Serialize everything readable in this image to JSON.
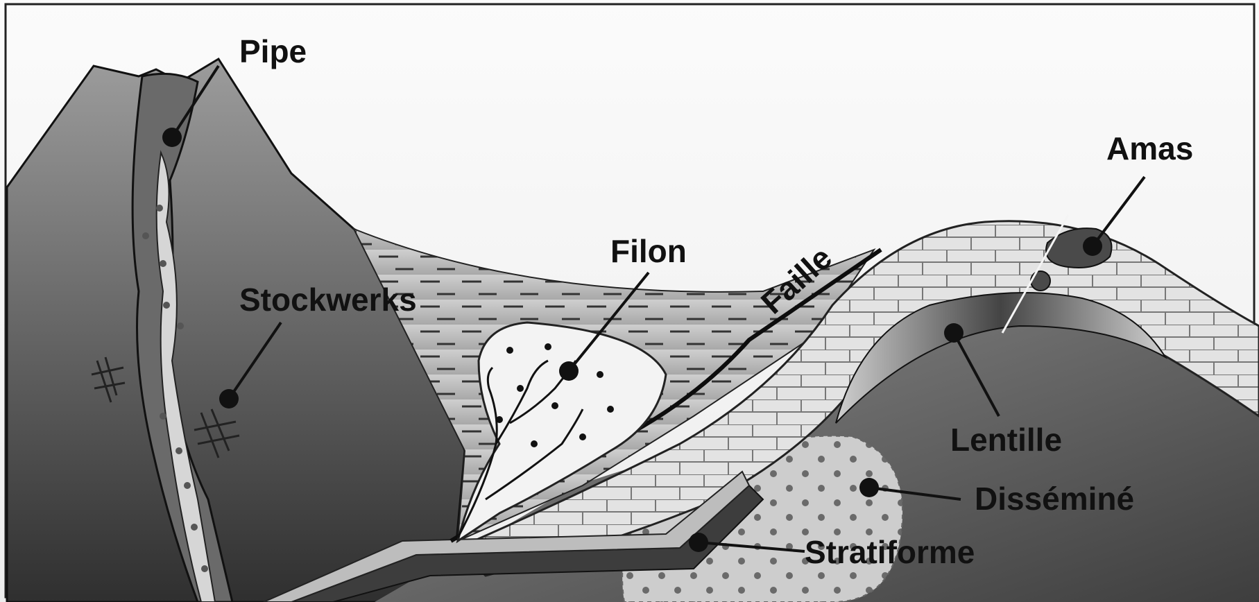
{
  "labels": {
    "pipe": "Pipe",
    "stockwerks": "Stockwerks",
    "filon": "Filon",
    "faille": "Faille",
    "amas": "Amas",
    "lentille": "Lentille",
    "dissemine": "Disséminé",
    "stratiforme": "Stratiforme"
  },
  "colors": {
    "sky": "#f4f4f4",
    "rock_dark": "#5a5a5a",
    "rock_mid": "#8a8a8a",
    "rock_light": "#bdbdbd",
    "vein_light": "#f2f2f2",
    "ink": "#111111"
  }
}
